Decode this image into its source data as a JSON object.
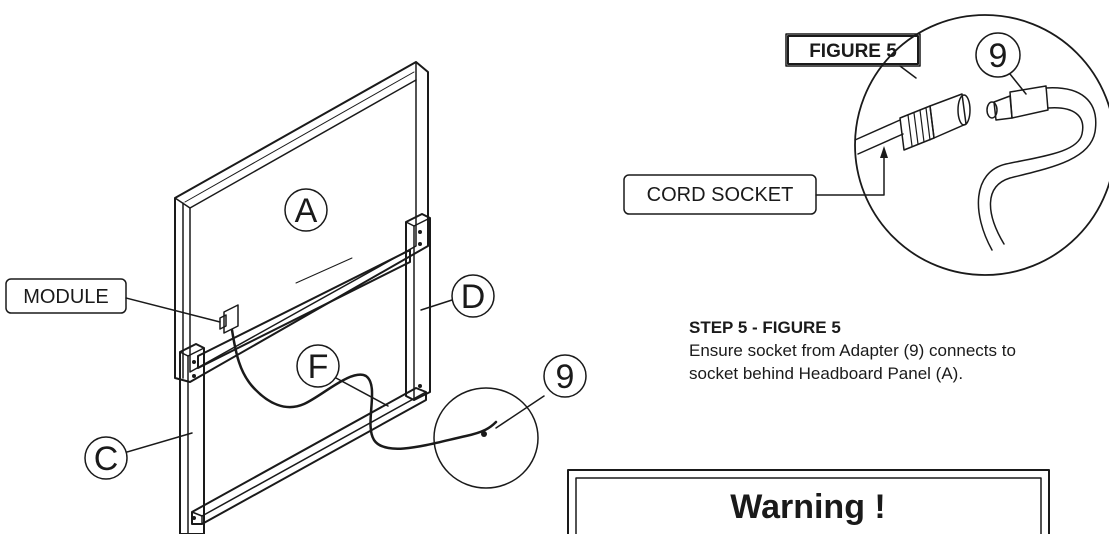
{
  "callouts": {
    "module": "MODULE",
    "cord_socket": "CORD SOCKET"
  },
  "part_letters": {
    "a": "A",
    "c": "C",
    "d": "D",
    "f": "F",
    "nine_main": "9",
    "nine_detail": "9"
  },
  "figure_label": "FIGURE 5",
  "instructions": {
    "title": "STEP 5 - FIGURE 5",
    "line1": "Ensure socket from Adapter (9) connects to",
    "line2": "socket behind Headboard Panel (A)."
  },
  "warning": {
    "title": "Warning !"
  }
}
